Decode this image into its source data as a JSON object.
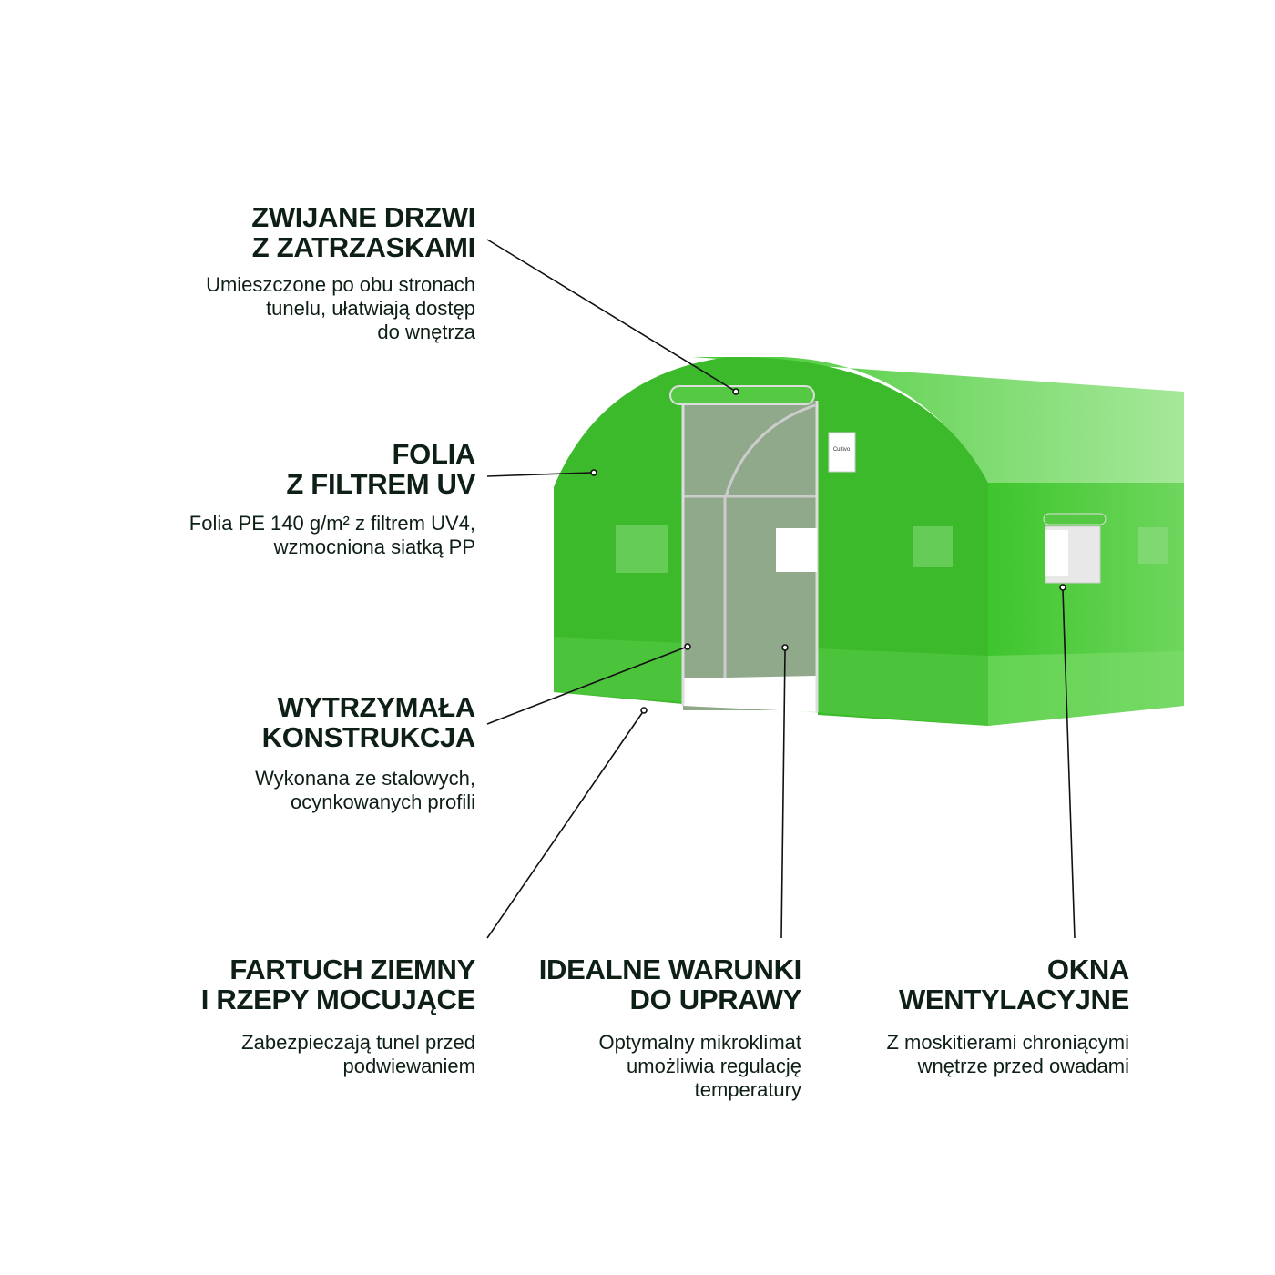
{
  "features": [
    {
      "title": "ZWIJANE DRZWI\nZ ZATRZASKAMI",
      "desc": "Umieszczone po obu stronach\ntunelu, ułatwiają dostęp\ndo wnętrza"
    },
    {
      "title": "FOLIA\nZ FILTREM UV",
      "desc": "Folia PE 140 g/m² z filtrem UV4,\nwzmocniona siatką PP"
    },
    {
      "title": "WYTRZYMAŁA\nKONSTRUKCJA",
      "desc": "Wykonana ze stalowych,\nocynkowanych profili"
    },
    {
      "title": "FARTUCH ZIEMNY\nI RZEPY MOCUJĄCE",
      "desc": "Zabezpieczają tunel przed\npodwiewaniem"
    },
    {
      "title": "IDEALNE WARUNKI\nDO UPRAWY",
      "desc": "Optymalny mikroklimat\numożliwia regulację\ntemperatury"
    },
    {
      "title": "OKNA\nWENTYLACYJNE",
      "desc": "Z moskitierami chroniącymi\nwnętrze przed owadami"
    }
  ],
  "product_label": "Cultivo",
  "colors": {
    "text": "#0e1f16",
    "foil": "#3fbf2a",
    "foil_dark": "#36a828",
    "door": "#8fa98a"
  }
}
